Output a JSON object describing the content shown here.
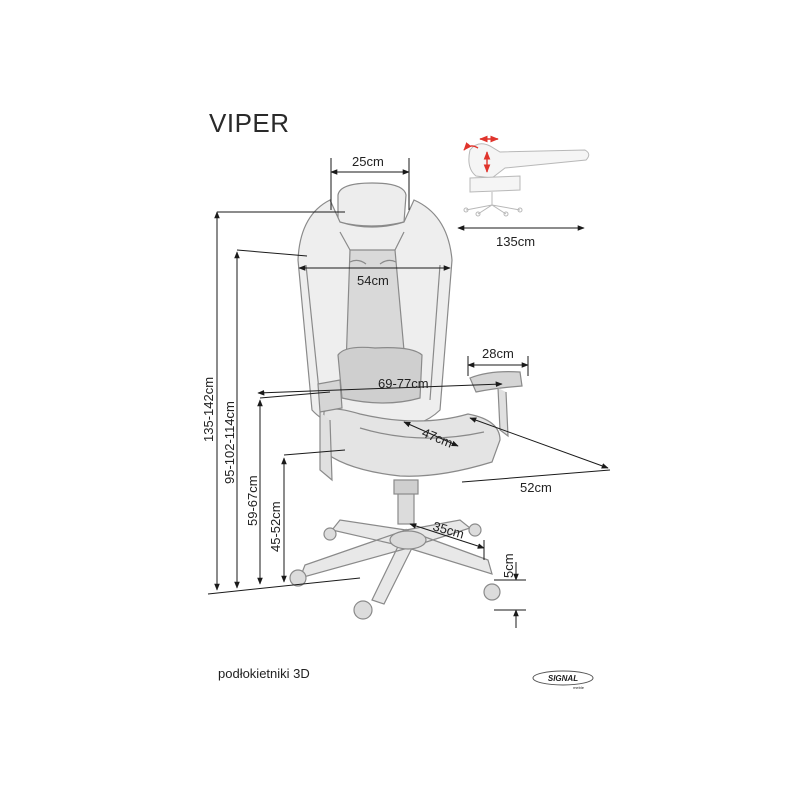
{
  "title": "VIPER",
  "footer": "podłokietniki 3D",
  "logo": {
    "brand": "SIGNAL",
    "sub": "meble"
  },
  "dimensions": {
    "headrest_width": "25cm",
    "recline_length": "135cm",
    "back_width": "54cm",
    "armrest_depth": "28cm",
    "armrest_span": "69-77cm",
    "seat_depth": "47cm",
    "seat_width": "52cm",
    "base_radius": "35cm",
    "wheel_height": "5cm",
    "total_height": "135-142cm",
    "back_height": "95-102-114cm",
    "armrest_height": "59-67cm",
    "seat_height": "45-52cm"
  },
  "colors": {
    "line": "#1a1a1a",
    "sketch": "#9a9a9a",
    "accent_arrow": "#e0342c"
  }
}
